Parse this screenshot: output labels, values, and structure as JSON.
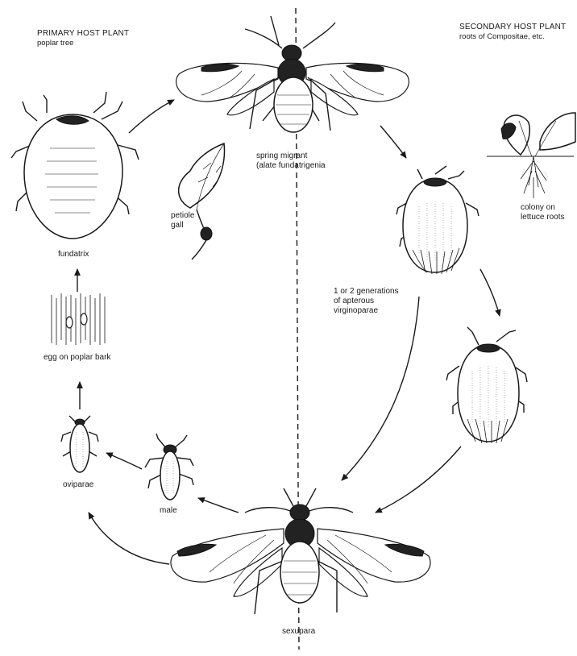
{
  "primary_host": {
    "title": "PRIMARY HOST PLANT",
    "subtitle": "poplar tree"
  },
  "secondary_host": {
    "title": "SECONDARY HOST PLANT",
    "subtitle": "roots of Compositae, etc."
  },
  "labels": {
    "spring_migrant_1": "spring migrant",
    "spring_migrant_2": "(alate fundatrigenia",
    "petiole_1": "petiole",
    "petiole_2": "gall",
    "fundatrix": "fundatrix",
    "egg": "egg on poplar bark",
    "oviparae": "oviparae",
    "male": "male",
    "sexupara": "sexupara",
    "colony_1": "colony on",
    "colony_2": "lettuce roots",
    "generations_1": "1 or 2 generations",
    "generations_2": "of apterous",
    "generations_3": "virginoparae"
  }
}
